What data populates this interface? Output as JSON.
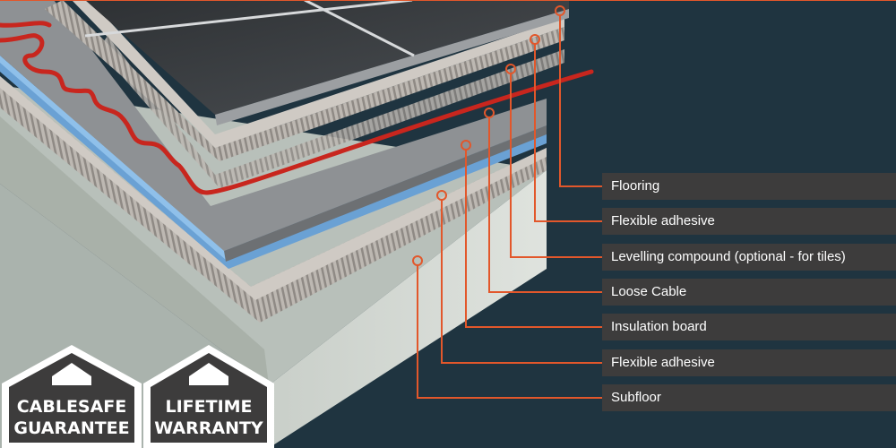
{
  "layers": [
    {
      "id": "flooring",
      "label": "Flooring"
    },
    {
      "id": "flexible-adhesive-top",
      "label": "Flexible adhesive"
    },
    {
      "id": "levelling-compound",
      "label": "Levelling compound (optional - for tiles)"
    },
    {
      "id": "loose-cable",
      "label": "Loose Cable"
    },
    {
      "id": "insulation-board",
      "label": "Insulation board"
    },
    {
      "id": "flexible-adhesive-bottom",
      "label": "Flexible adhesive"
    },
    {
      "id": "subfloor",
      "label": "Subfloor"
    }
  ],
  "badges": {
    "cablesafe": {
      "line1": "CABLESAFE",
      "line2": "GUARANTEE"
    },
    "lifetime": {
      "line1": "LIFETIME",
      "line2": "WARRANTY"
    }
  },
  "colors": {
    "background": "#1f3440",
    "accent": "#e2572b",
    "label_bar": "#3d3c3c",
    "cable": "#c8261e",
    "insulation_edge": "#7fb2e0"
  }
}
